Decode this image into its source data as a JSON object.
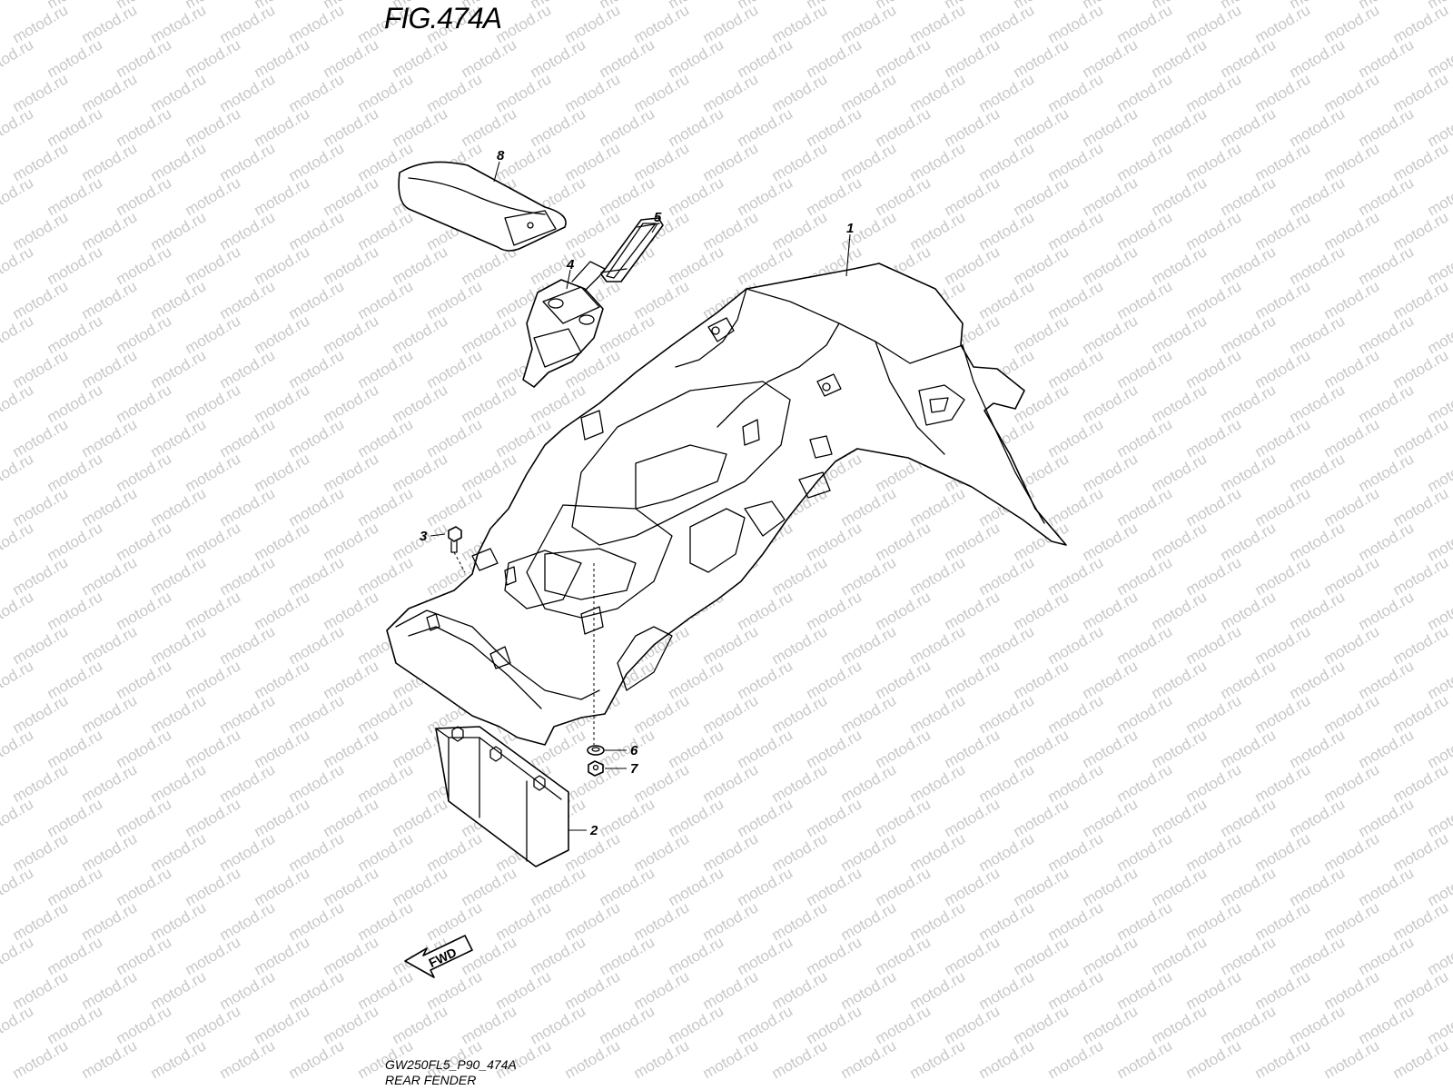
{
  "figure": {
    "title": "FIG.474A",
    "drawing_code": "GW250FL5_P90_474A",
    "group_name": "REAR FENDER"
  },
  "watermark": {
    "text": "motod.ru",
    "color": "#c8c8c8"
  },
  "direction_marker": {
    "label": "FWD"
  },
  "callouts": [
    {
      "number": "1",
      "part": "rear-fender"
    },
    {
      "number": "2",
      "part": "mud-flap"
    },
    {
      "number": "3",
      "part": "bolt"
    },
    {
      "number": "4",
      "part": "tool-holder-bracket"
    },
    {
      "number": "5",
      "part": "rubber-strap"
    },
    {
      "number": "6",
      "part": "washer"
    },
    {
      "number": "7",
      "part": "nut"
    },
    {
      "number": "8",
      "part": "tool-bag"
    }
  ]
}
